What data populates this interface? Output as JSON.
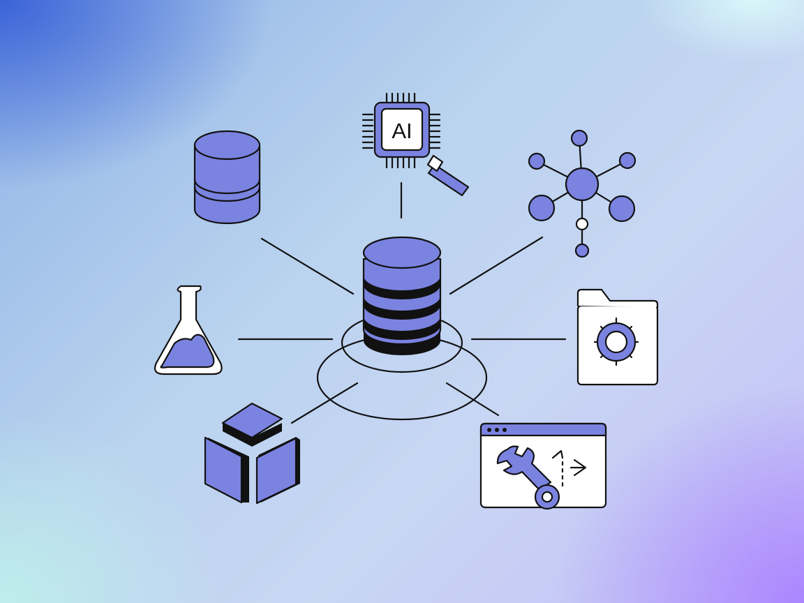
{
  "chip": {
    "label": "AI"
  },
  "colors": {
    "icon_fill": "#7b83e0",
    "stroke": "#111111",
    "background_gradient": [
      "#3d63d6",
      "#b9d3ee",
      "#b18cff",
      "#c6efea"
    ]
  },
  "nodes": [
    {
      "id": "database-top-left",
      "icon": "database-icon"
    },
    {
      "id": "ai-chip",
      "icon": "ai-chip-icon"
    },
    {
      "id": "network-graph",
      "icon": "network-graph-icon"
    },
    {
      "id": "lab-flask",
      "icon": "flask-icon"
    },
    {
      "id": "folder-settings",
      "icon": "folder-gear-icon"
    },
    {
      "id": "cube-blocks",
      "icon": "cube-icon"
    },
    {
      "id": "browser-tools",
      "icon": "browser-wrench-icon"
    }
  ],
  "center": {
    "icon": "central-database-icon"
  }
}
